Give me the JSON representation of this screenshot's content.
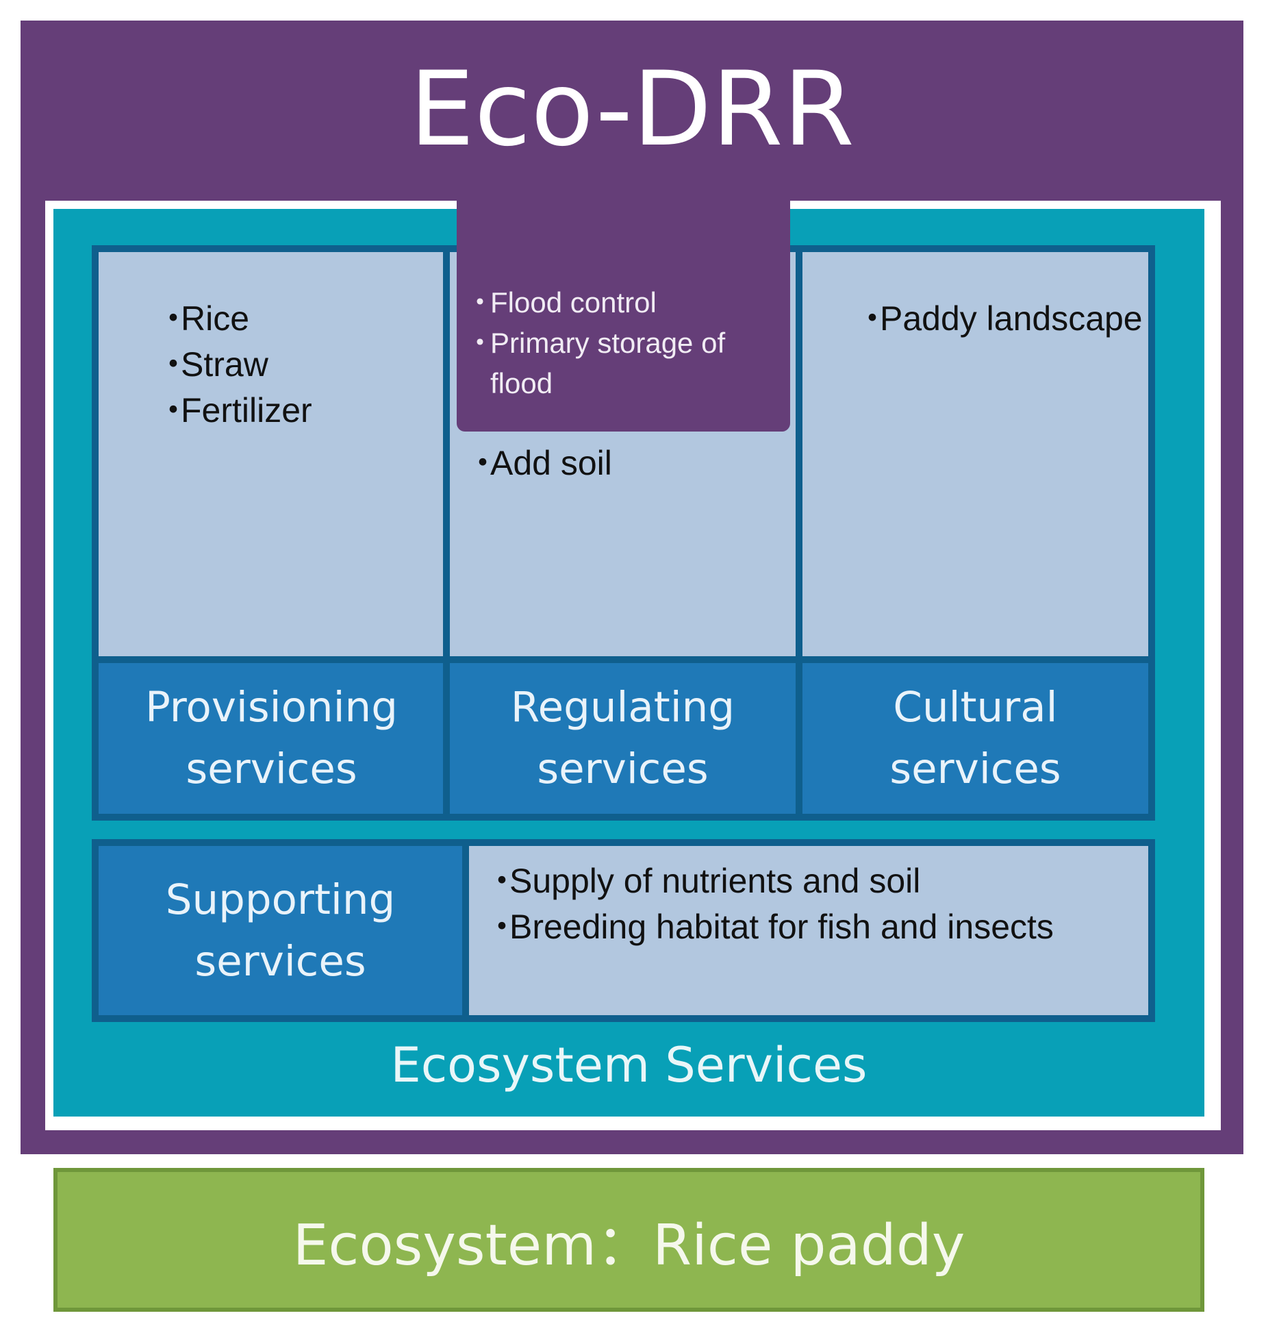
{
  "eco_drr": {
    "title": "Eco-DRR"
  },
  "ecosystem_services": {
    "label": "Ecosystem Services"
  },
  "provisioning": {
    "label_line1": "Provisioning",
    "label_line2": "services",
    "items": [
      "Rice",
      "Straw",
      "Fertilizer"
    ]
  },
  "regulating": {
    "label_line1": "Regulating",
    "label_line2": "services",
    "drr_items": [
      "Flood control",
      "Primary storage of flood"
    ],
    "items": [
      "Add soil"
    ]
  },
  "cultural": {
    "label_line1": "Cultural",
    "label_line2": "services",
    "items": [
      "Paddy landscape"
    ]
  },
  "supporting": {
    "label_line1": "Supporting",
    "label_line2": "services",
    "items": [
      "Supply of nutrients and soil",
      "Breeding habitat for fish and insects"
    ]
  },
  "ecosystem": {
    "label": "Ecosystem：Rice paddy"
  },
  "bullet": "・",
  "colors": {
    "eco_drr_purple": "#653e78",
    "ecosystem_services_teal": "#08a0b7",
    "service_label_blue": "#1f79b7",
    "service_content_light": "#b2c7df",
    "ecosystem_green": "#8eb650"
  }
}
